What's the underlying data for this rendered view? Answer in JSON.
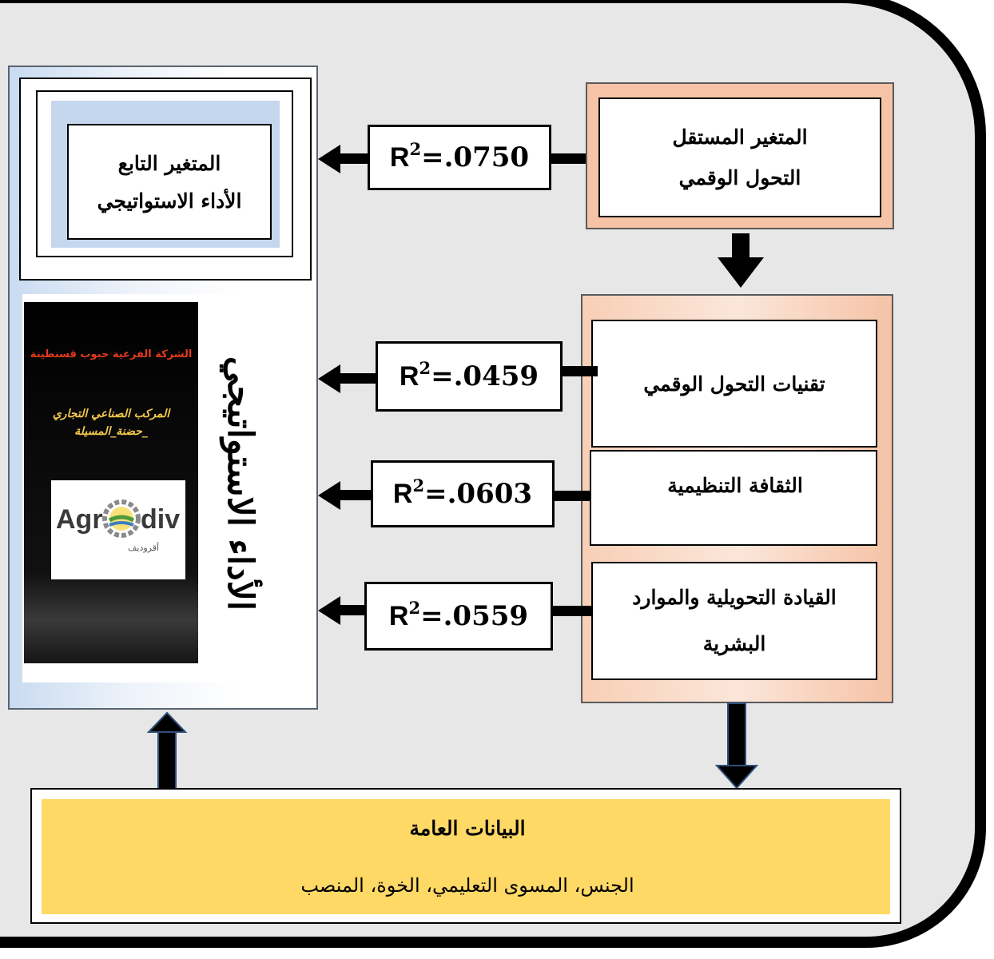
{
  "dependent_box": {
    "line1": "المتغير التابع",
    "line2": "الأداء الاستواتيجي"
  },
  "independent_box": {
    "line1": "المتغير المستقل",
    "line2": "التحول الوقمي"
  },
  "dimensions": [
    {
      "label": "تقنيات التحول الوقمي"
    },
    {
      "label": "الثقافة التنظيمية"
    },
    {
      "label": "القيادة التحويلية والموارد البشرية"
    }
  ],
  "r_squared": [
    {
      "prefix": "R",
      "exp": "2",
      "value": "=.0750"
    },
    {
      "prefix": "R",
      "exp": "2",
      "value": "=.0459"
    },
    {
      "prefix": "R",
      "exp": "2",
      "value": "=.0603"
    },
    {
      "prefix": "R",
      "exp": "2",
      "value": "=.0559"
    }
  ],
  "vertical_label": "الأداء الاستواتيجي",
  "company_image": {
    "line1": "الشركة الفرعية حبوب قسنطينة",
    "line2": "المركب الصناعي التجاري",
    "line3": "_حضنة_المسيلة",
    "logo_left": "Agr",
    "logo_right": "div",
    "logo_sub": "أقروديف"
  },
  "general_data": {
    "title": "البيانات العامة",
    "items": "الجنس، المسوى التعليمي، الخوة، المنصب"
  },
  "colors": {
    "frame_bg": "#e7e7e7",
    "peach": "#f6c3a6",
    "light_blue": "#c5d7ee",
    "yellow": "#ffd966"
  }
}
